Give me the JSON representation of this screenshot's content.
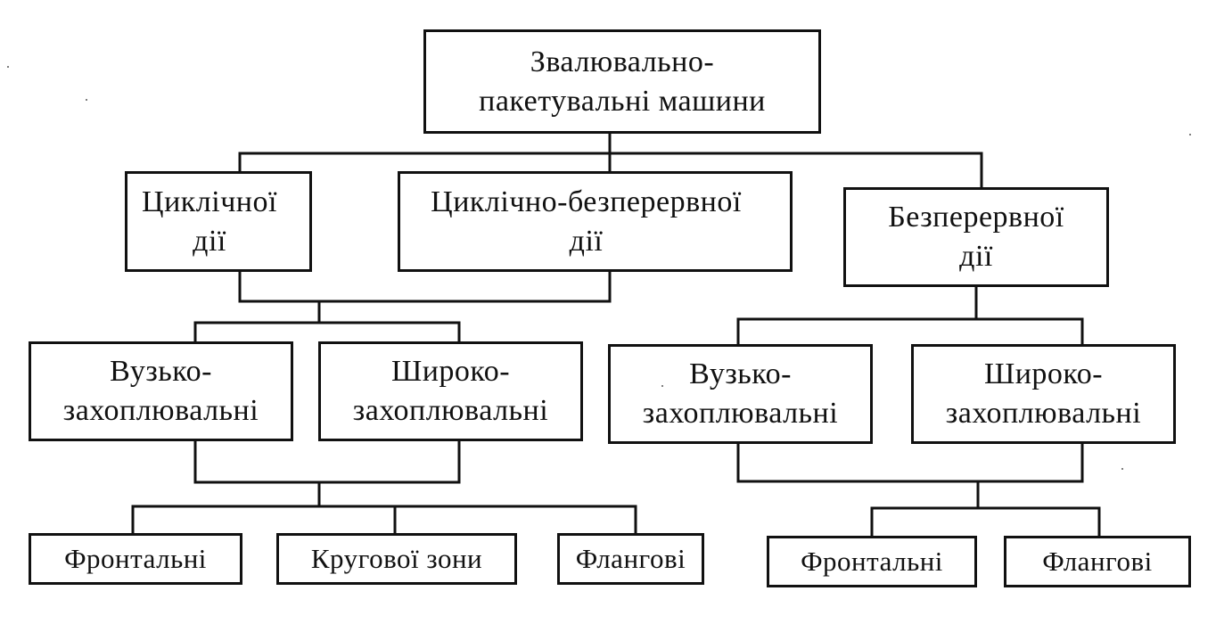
{
  "diagram": {
    "root": {
      "label": "Звалювально-\nпакетувальні машини"
    },
    "by_action": [
      {
        "key": "cyclic",
        "label": "Циклічної\nдії"
      },
      {
        "key": "cyclic_continuous",
        "label": "Циклічно-безперервної\nдії"
      },
      {
        "key": "continuous",
        "label": "Безперервної\nдії"
      }
    ],
    "left_group": {
      "by_width": [
        {
          "key": "narrow",
          "label": "Вузько-\nзахоплювальні"
        },
        {
          "key": "wide",
          "label": "Широко-\nзахоплювальні"
        }
      ],
      "by_type": [
        {
          "key": "frontal",
          "label": "Фронтальні"
        },
        {
          "key": "circular",
          "label": "Кругової зони"
        },
        {
          "key": "flank",
          "label": "Флангові"
        }
      ]
    },
    "right_group": {
      "by_width": [
        {
          "key": "narrow",
          "label": "Вузько-\nзахоплювальні"
        },
        {
          "key": "wide",
          "label": "Широко-\nзахоплювальні"
        }
      ],
      "by_type": [
        {
          "key": "frontal",
          "label": "Фронтальні"
        },
        {
          "key": "flank",
          "label": "Флангові"
        }
      ]
    },
    "colors": {
      "line": "#111111",
      "background": "#ffffff"
    }
  }
}
